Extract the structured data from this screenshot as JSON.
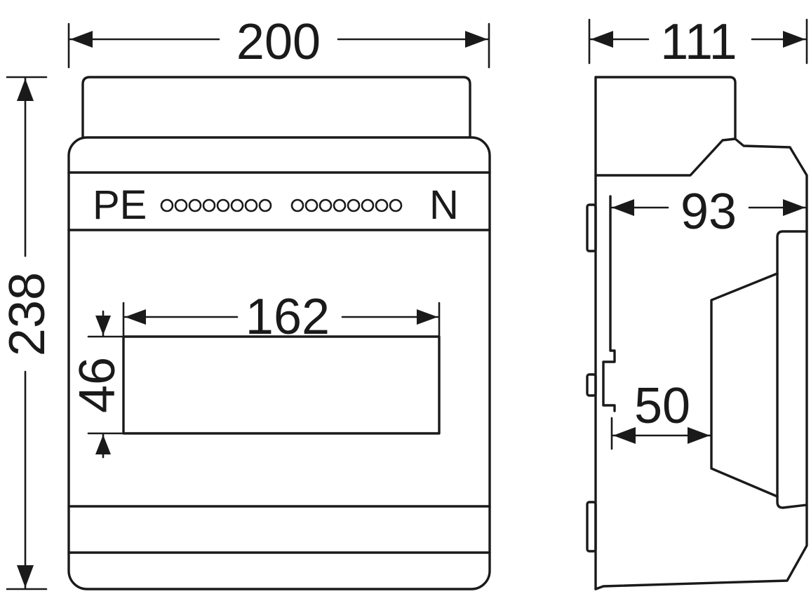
{
  "dimensions": {
    "width": "200",
    "height": "238",
    "window_width": "162",
    "window_height": "46",
    "depth": "111",
    "inner_depth": "93",
    "rail_depth": "50"
  },
  "labels": {
    "pe": "PE",
    "n": "N"
  }
}
